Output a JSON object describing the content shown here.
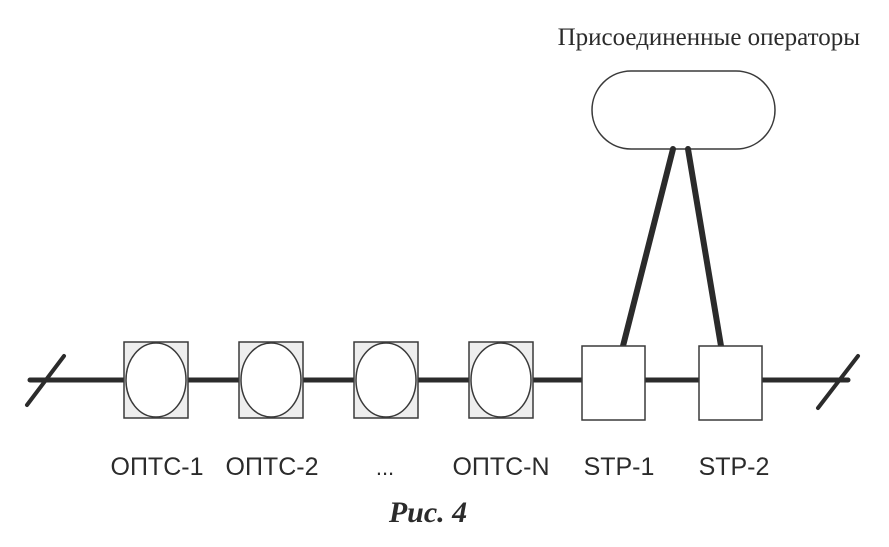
{
  "diagram": {
    "operators_label": "Присоединенные операторы",
    "nodes": [
      {
        "label": "ОПТС-1",
        "kind": "switch"
      },
      {
        "label": "ОПТС-2",
        "kind": "switch"
      },
      {
        "label": "...",
        "kind": "switch"
      },
      {
        "label": "ОПТС-N",
        "kind": "switch"
      },
      {
        "label": "STP-1",
        "kind": "stp"
      },
      {
        "label": "STP-2",
        "kind": "stp"
      }
    ],
    "caption": "Рис. 4"
  }
}
